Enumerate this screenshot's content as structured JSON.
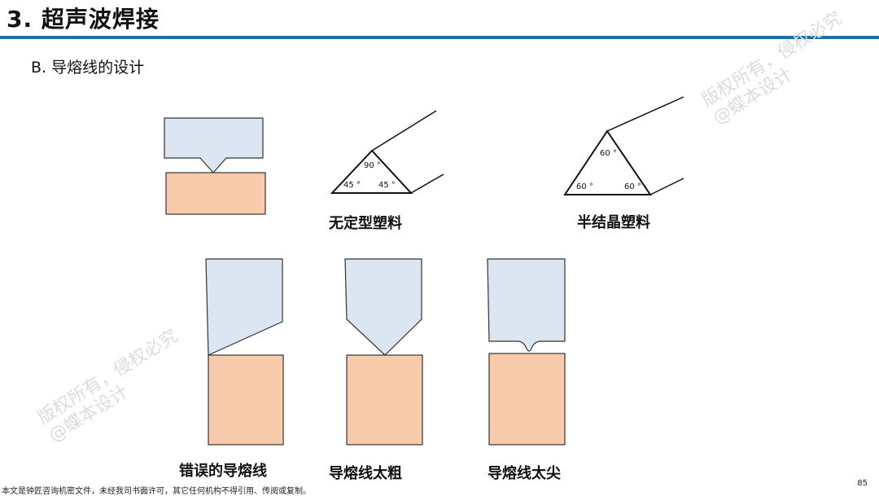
{
  "header": {
    "title": "3. 超声波焊接"
  },
  "section": {
    "subtitle": "B.  导熔线的设计"
  },
  "figures": {
    "amorphous": {
      "caption": "无定型塑料",
      "angles": {
        "top": "90 °",
        "left": "45 °",
        "right": "45 °"
      }
    },
    "semicrystalline": {
      "caption": "半结晶塑料",
      "angles": {
        "top": "60 °",
        "left": "60 °",
        "right": "60 °"
      }
    },
    "wrong": {
      "caption": "错误的导熔线"
    },
    "too_thick": {
      "caption": "导熔线太粗"
    },
    "too_sharp": {
      "caption": "导熔线太尖"
    }
  },
  "watermarks": {
    "line1": "版权所有，侵权必究",
    "line2": "@蝶本设计"
  },
  "footer": {
    "notice": "本文是钟匠咨询机密文件，未经我司书面许可，其它任何机构不得引用、传阅或复制。",
    "page_number": "85"
  },
  "colors": {
    "rule": "#1f6fa6",
    "upper_part": "#dce6f2",
    "lower_part": "#f8cbad"
  }
}
